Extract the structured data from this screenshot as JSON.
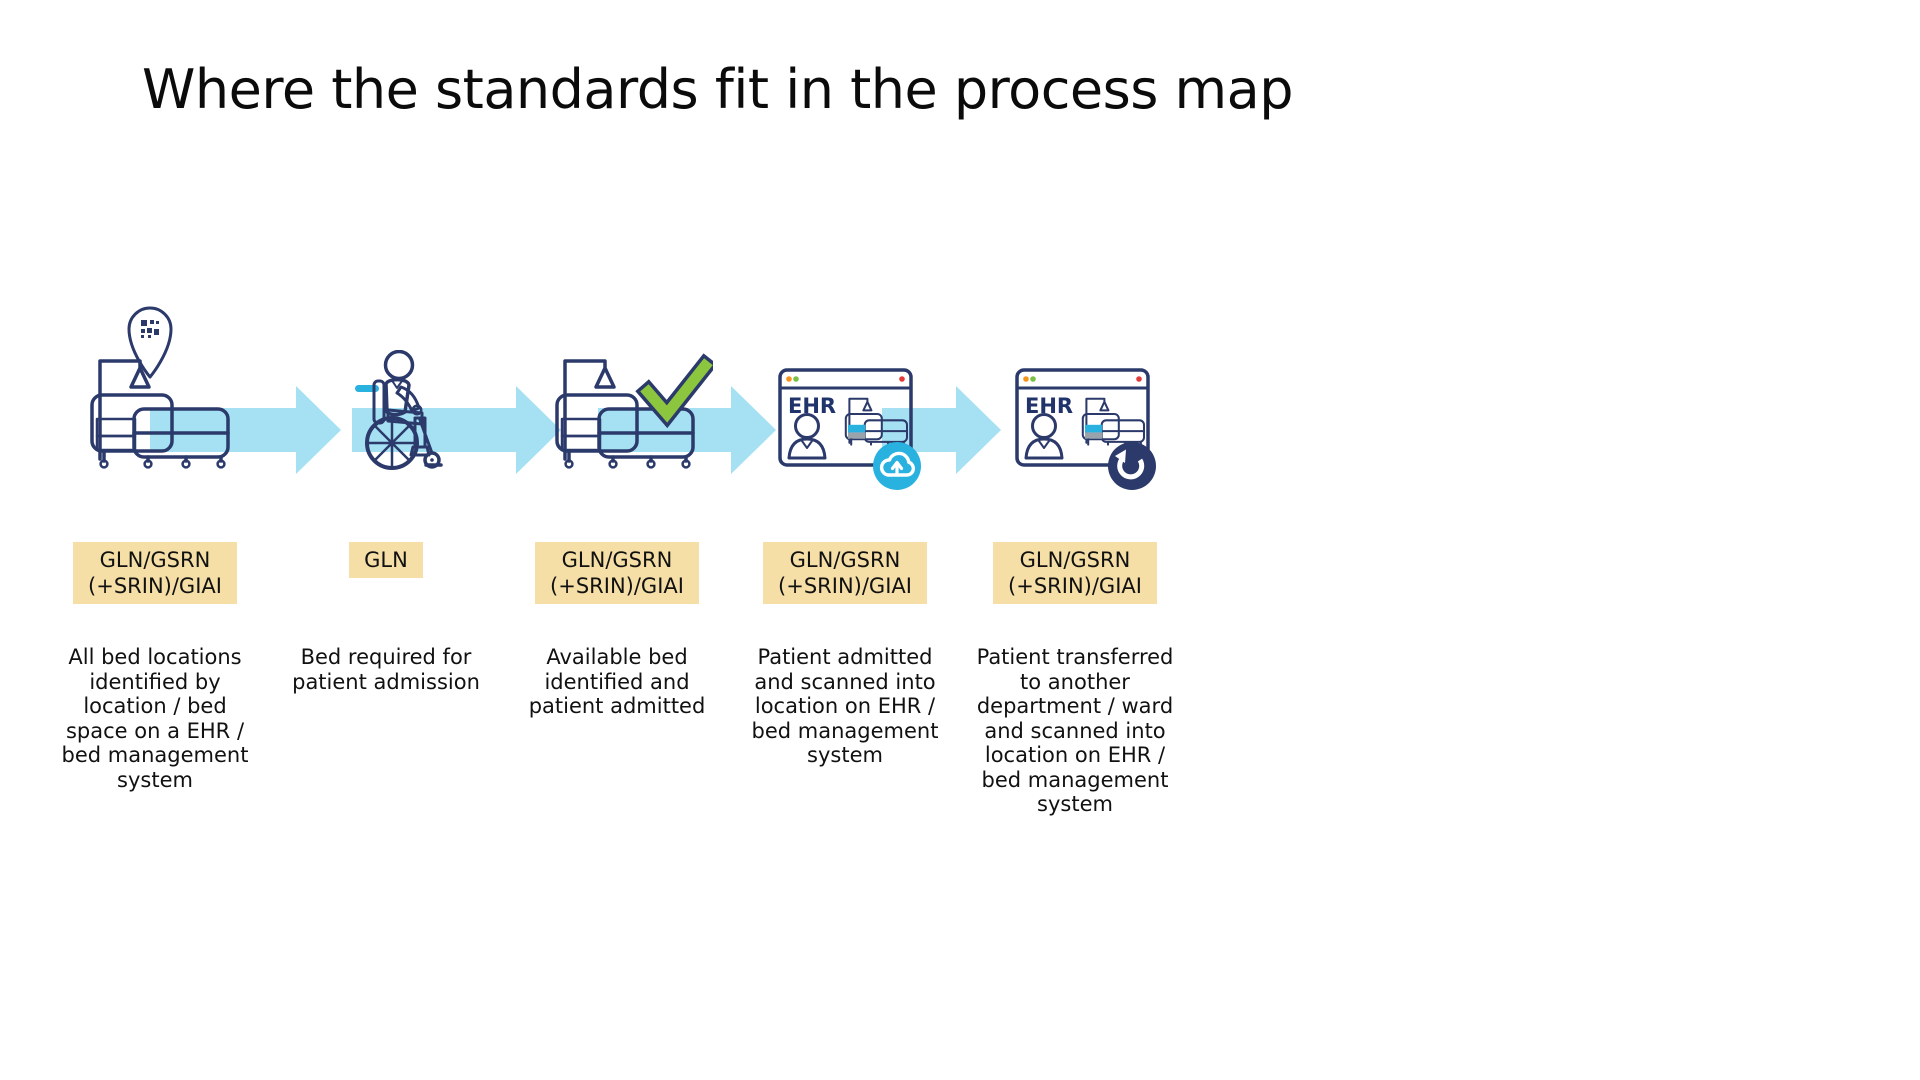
{
  "title": "Where the standards fit in the process map",
  "colors": {
    "navy_outline": "#2b3a6b",
    "cyan": "#29b1e0",
    "arrow_cyan": "#a5e1f2",
    "label_bg": "#f5dfa6",
    "check_green": "#8cc63f",
    "skin": "#f7d0bd",
    "seat_tan": "#bd9152",
    "gray_light": "#e9ecf0",
    "gray_mid": "#9aa2ab",
    "dot_orange": "#f7941d",
    "dot_green": "#7ac143",
    "dot_red": "#e23b3b",
    "ehr_text": "#21336b"
  },
  "steps": [
    {
      "icon": "hospital-bed-with-location-pin",
      "standard": "GLN/GSRN\n(+SRIN)/GIAI",
      "description": "All bed locations\nidentified by\nlocation / bed\nspace on a EHR /\nbed management\nsystem"
    },
    {
      "icon": "patient-in-wheelchair",
      "standard": "GLN",
      "description": "Bed required for\npatient admission"
    },
    {
      "icon": "hospital-bed-with-green-check",
      "standard": "GLN/GSRN\n(+SRIN)/GIAI",
      "description": "Available bed\nidentified and\npatient admitted"
    },
    {
      "icon": "ehr-browser-window-cloud-upload",
      "ehr_label": "EHR",
      "standard": "GLN/GSRN\n(+SRIN)/GIAI",
      "description": "Patient admitted\nand scanned into\nlocation on EHR /\nbed management\nsystem"
    },
    {
      "icon": "ehr-browser-window-sync",
      "ehr_label": "EHR",
      "standard": "GLN/GSRN\n(+SRIN)/GIAI",
      "description": "Patient transferred\nto another\ndepartment / ward\nand  scanned into\nlocation on EHR /\nbed management\nsystem"
    }
  ]
}
